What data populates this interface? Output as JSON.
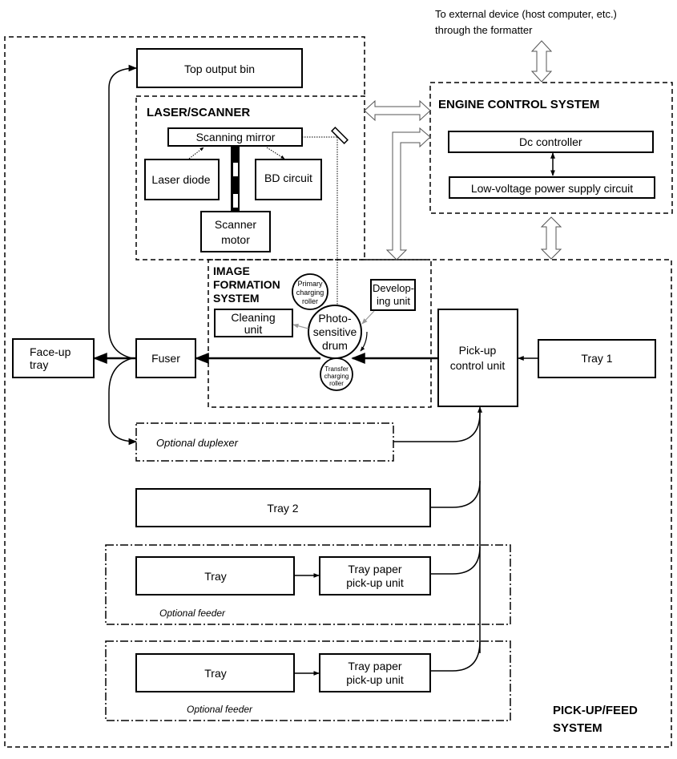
{
  "external": {
    "line1": "To external device  (host computer,  etc.)",
    "line2": "through the formatter"
  },
  "top_output_bin": "Top output bin",
  "laser_scanner": {
    "title": "LASER/SCANNER",
    "scanning_mirror": "Scanning mirror",
    "laser_diode": "Laser diode",
    "bd_circuit": "BD circuit",
    "scanner_motor_1": "Scanner",
    "scanner_motor_2": "motor"
  },
  "engine_control": {
    "title": "ENGINE CONTROL SYSTEM",
    "dc_controller": "Dc  controller",
    "lv_power": "Low-voltage power supply circuit"
  },
  "image_formation": {
    "title_1": "IMAGE",
    "title_2": "FORMATION",
    "title_3": "SYSTEM",
    "primary_1": "Primary",
    "primary_2": "charging",
    "primary_3": "roller",
    "developing_1": "Develop-",
    "developing_2": "ing unit",
    "cleaning_1": "Cleaning",
    "cleaning_2": "unit",
    "drum_1": "Photo-",
    "drum_2": "sensitive",
    "drum_3": "drum",
    "transfer_1": "Transfer",
    "transfer_2": "charging",
    "transfer_3": "roller"
  },
  "face_up_1": "Face-up",
  "face_up_2": "tray",
  "fuser": "Fuser",
  "pickup_control_1": "Pick-up",
  "pickup_control_2": "control unit",
  "tray1": "Tray 1",
  "duplexer": "Optional duplexer",
  "tray2": "Tray 2",
  "feeders": [
    {
      "tray": "Tray",
      "pickup_1": "Tray paper",
      "pickup_2": "pick-up unit",
      "label": "Optional feeder"
    },
    {
      "tray": "Tray",
      "pickup_1": "Tray paper",
      "pickup_2": "pick-up unit",
      "label": "Optional feeder"
    }
  ],
  "pickup_system": {
    "title_1": "PICK-UP/FEED",
    "title_2": "SYSTEM"
  }
}
